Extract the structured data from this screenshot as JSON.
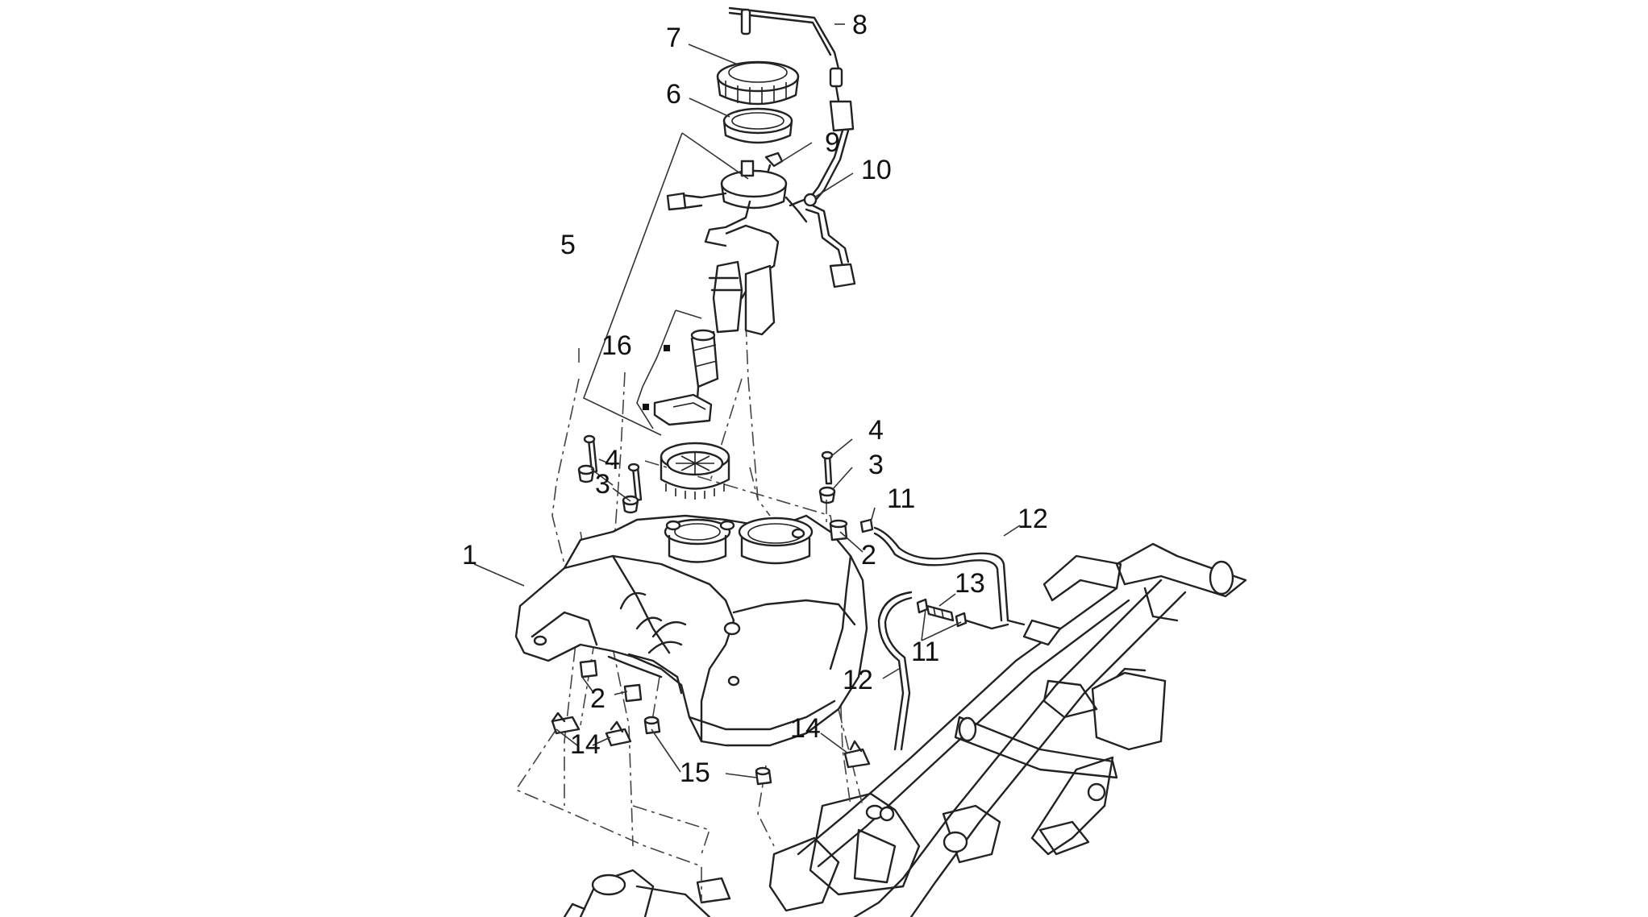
{
  "callouts": {
    "c1": "1",
    "c2a": "2",
    "c2b": "2",
    "c3a": "3",
    "c3b": "3",
    "c4a": "4",
    "c4b": "4",
    "c5": "5",
    "c6": "6",
    "c7": "7",
    "c8": "8",
    "c9": "9",
    "c10": "10",
    "c11a": "11",
    "c11b": "11",
    "c12a": "12",
    "c12b": "12",
    "c13": "13",
    "c14a": "14",
    "c14b": "14",
    "c15": "15",
    "c16": "16"
  },
  "colors": {
    "line": "#222222",
    "background": "#ffffff"
  }
}
